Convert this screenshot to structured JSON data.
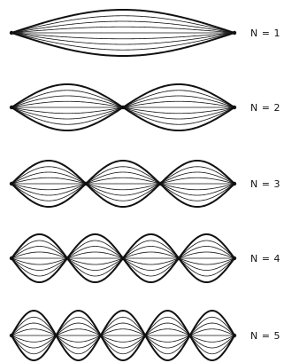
{
  "diagram": {
    "title": "",
    "modes": [
      {
        "n": 1,
        "label": "N = 1"
      },
      {
        "n": 2,
        "label": "N = 2"
      },
      {
        "n": 3,
        "label": "N = 3"
      },
      {
        "n": 4,
        "label": "N = 4"
      },
      {
        "n": 5,
        "label": "N = 5"
      }
    ],
    "amplitude_fractions": [
      1.0,
      0.74,
      0.5,
      0.26
    ],
    "line_color": "#111111",
    "background": "#ffffff"
  }
}
